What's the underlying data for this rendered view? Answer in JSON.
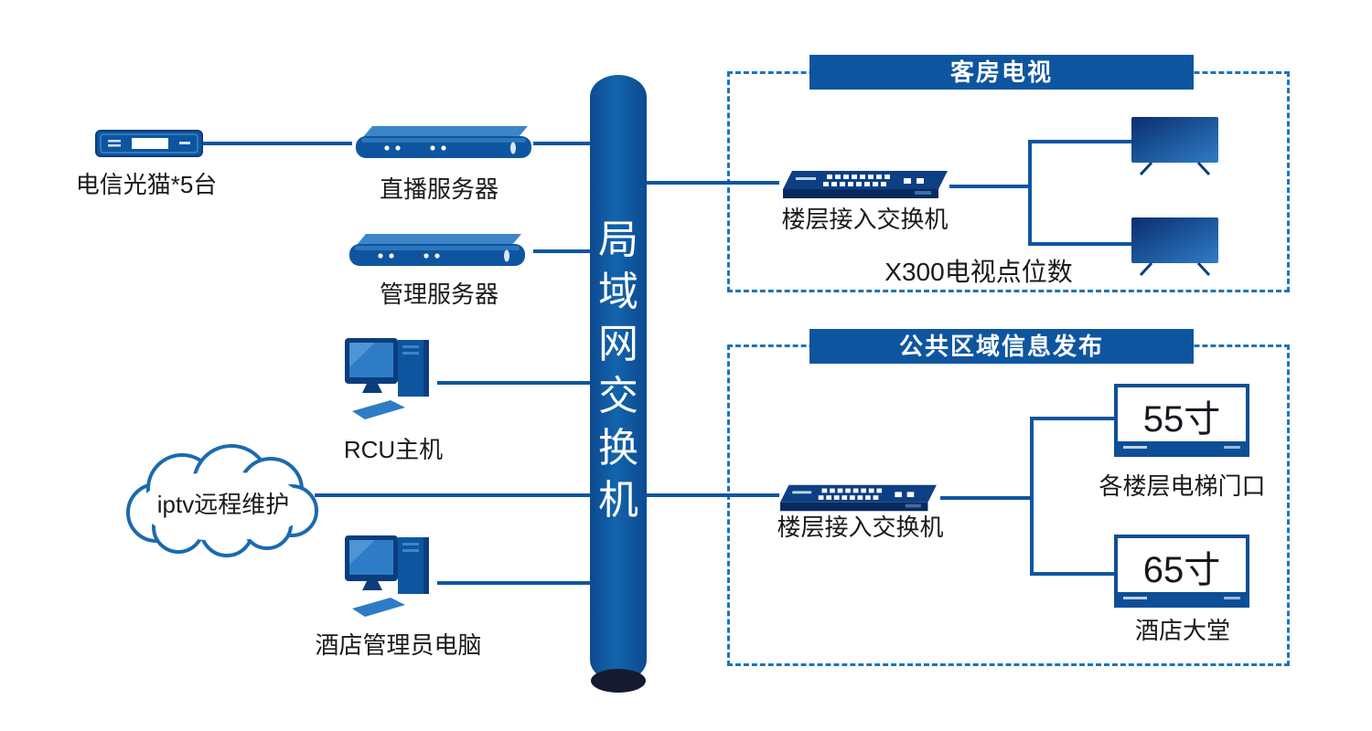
{
  "diagram": {
    "left_column": {
      "modem_label": "电信光猫*5台",
      "live_server_label": "直播服务器",
      "mgmt_server_label": "管理服务器",
      "rcu_label": "RCU主机",
      "cloud_label": "iptv远程维护",
      "admin_pc_label": "酒店管理员电脑"
    },
    "core_switch": {
      "label": "局域网交换机"
    },
    "room_tv_zone": {
      "title": "客房电视",
      "access_switch_label": "楼层接入交换机",
      "tv_points_label": "X300电视点位数"
    },
    "public_zone": {
      "title": "公共区域信息发布",
      "access_switch_label": "楼层接入交换机",
      "screens": [
        {
          "size": "55寸",
          "location": "各楼层电梯门口"
        },
        {
          "size": "65寸",
          "location": "酒店大堂"
        }
      ]
    },
    "colors": {
      "primary_blue": "#0e55a0",
      "dark_navy": "#0a2f6b",
      "dashed_border": "#1b74bc",
      "text_dark": "#1a1a1a"
    }
  }
}
